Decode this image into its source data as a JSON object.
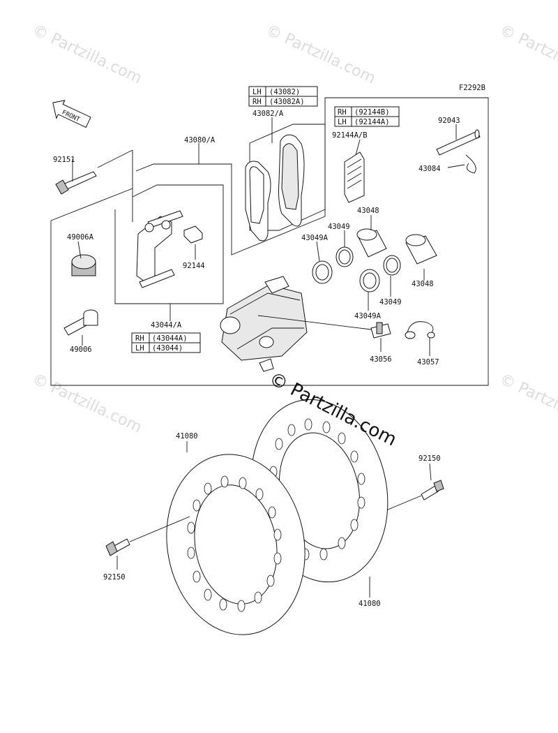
{
  "diagram_code": "F2292B",
  "watermark": "© Partzilla.com",
  "front_label": "FRONT",
  "callouts": {
    "p92151": "92151",
    "p43080": "43080/A",
    "p43082": "43082/A",
    "p92144ab": "92144A/B",
    "p92043": "92043",
    "p43084": "43084",
    "p43048a": "43048",
    "p43049a": "43049",
    "p43049A_a": "43049A",
    "p49006A": "49006A",
    "p92144": "92144",
    "p43048b": "43048",
    "p43049b": "43049",
    "p43049A_b": "43049A",
    "p43044": "43044/A",
    "p49006": "49006",
    "p43056": "43056",
    "p43057": "43057",
    "p41080a": "41080",
    "p92150a": "92150",
    "p92150b": "92150",
    "p41080b": "41080"
  },
  "tables": {
    "t43082": [
      [
        "LH",
        "(43082)"
      ],
      [
        "RH",
        "(43082A)"
      ]
    ],
    "t92144": [
      [
        "RH",
        "(92144B)"
      ],
      [
        "LH",
        "(92144A)"
      ]
    ],
    "t43044": [
      [
        "RH",
        "(43044A)"
      ],
      [
        "LH",
        "(43044)"
      ]
    ]
  }
}
